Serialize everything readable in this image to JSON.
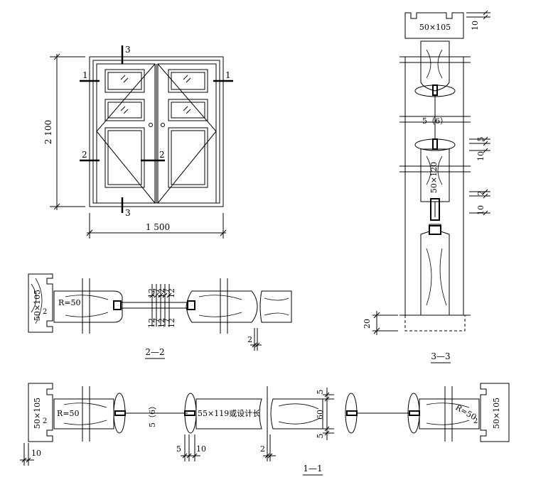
{
  "elevation": {
    "height_dim": "2 100",
    "width_dim": "1 500",
    "marks": {
      "s1": "1",
      "s2": "2",
      "s3": "3"
    }
  },
  "section_22": {
    "title": "2—2",
    "frame_size": "50×105",
    "radius": "R=50",
    "small_gap": "2",
    "dims_top": [
      "12",
      "7",
      "12",
      "7",
      "12"
    ],
    "dims_bottom": [
      "12",
      "7",
      "12",
      "7",
      "12"
    ],
    "dim_2": "2"
  },
  "section_33": {
    "title": "3—3",
    "frame_size": "50×105",
    "stile_size": "50×120",
    "dim_10a": "10",
    "dim_56": "5（6）",
    "dim_5": "5",
    "dim_10b": "10",
    "dim_2": "2",
    "dim_10c": "10",
    "dim_20": "20"
  },
  "section_11": {
    "title": "1—1",
    "frame_size": "50×105",
    "radius": "R=50",
    "small_gap": "2",
    "dim_56": "5（6）",
    "panel_size": "55×119或设计长",
    "dim_5a": "5",
    "dim_60": "60",
    "dim_5b": "5",
    "dim_10": "10",
    "dim_5c": "5",
    "dim_10b": "10",
    "dim_2": "2"
  }
}
